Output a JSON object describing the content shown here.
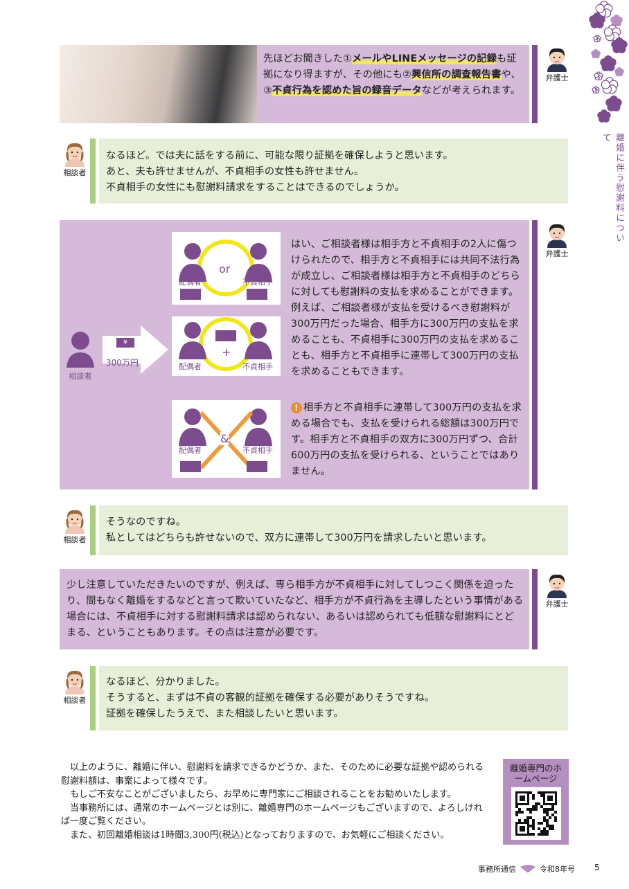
{
  "side_title": "離婚に伴う慰謝料について",
  "roles": {
    "lawyer": "弁護士",
    "client": "相談者"
  },
  "dialog1": {
    "segments": [
      {
        "t": "先ほどお聞きした①"
      },
      {
        "t": "メールやLINEメッセージの記録",
        "hl": true
      },
      {
        "t": "も証拠になり得ますが、その他にも②"
      },
      {
        "t": "興信所の調査報告書",
        "hl": true
      },
      {
        "t": "や、③"
      },
      {
        "t": "不貞行為を認めた旨の録音データ",
        "hl": true
      },
      {
        "t": "などが考えられます。"
      }
    ]
  },
  "dialog2": [
    "なるほど。では夫に話をする前に、可能な限り証拠を確保しようと思います。",
    "あと、夫も許せませんが、不貞相手の女性も許せません。",
    "不貞相手の女性にも慰謝料請求をすることはできるのでしょうか。"
  ],
  "dialog3": {
    "main": "はい、ご相談者様は相手方と不貞相手の2人に傷つけられたので、相手方と不貞相手には共同不法行為が成立し、ご相談者様は相手方と不貞相手のどちらに対しても慰謝料の支払を求めることができます。例えば、ご相談者様が支払を受けるべき慰謝料が300万円だった場合、相手方に300万円の支払を求めることも、不貞相手に300万円の支払を求めることも、相手方と不貞相手に連帯して300万円の支払を求めることもできます。",
    "note": "相手方と不貞相手に連帯して300万円の支払を求める場合でも、支払を受けられる総額は300万円です。相手方と不貞相手の双方に300万円ずつ、合計600万円の支払を受けられる、ということではありません。",
    "diagram": {
      "client": "相談者",
      "amount": "300万円",
      "spouse": "配偶者",
      "partner": "不貞相手",
      "or": "or",
      "plus": "+",
      "and": "&",
      "yen": "¥"
    }
  },
  "dialog4": [
    "そうなのですね。",
    "私としてはどちらも許せないので、双方に連帯して300万円を請求したいと思います。"
  ],
  "dialog5": "少し注意していただきたいのですが、例えば、専ら相手方が不貞相手に対してしつこく関係を迫ったり、間もなく離婚をするなどと言って欺いていたなど、相手方が不貞行為を主導したという事情がある場合には、不貞相手に対する慰謝料請求は認められない、あるいは認められても低額な慰謝料にとどまる、ということもあります。その点は注意が必要です。",
  "dialog6": [
    "なるほど、分かりました。",
    "そうすると、まずは不貞の客観的証拠を確保する必要がありそうですね。",
    "証拠を確保したうえで、また相談したいと思います。"
  ],
  "closing": [
    "以上のように、離婚に伴い、慰謝料を請求できるかどうか、また、そのために必要な証拠や認められる慰謝料額は、事案によって様々です。",
    "もしご不安なことがございましたら、お早めに専門家にご相談されることをお勧めいたします。",
    "当事務所には、通常のホームページとは別に、離婚専門のホームページもございますので、よろしければ一度ご覧ください。",
    "また、初回離婚相談は1時間3,300円(税込)となっておりますので、お気軽にご相談ください。"
  ],
  "qr_label": "離婚専門のホームページ",
  "footer": {
    "publication": "事務所通信",
    "issue": "令和8年号",
    "page": "5"
  },
  "colors": {
    "lawyer_box": "#d5bbd9",
    "lawyer_stripe": "#7c4c8e",
    "client_box": "#e7efd8",
    "client_stripe": "#a9cf7e",
    "highlight": "#f3e46a"
  }
}
